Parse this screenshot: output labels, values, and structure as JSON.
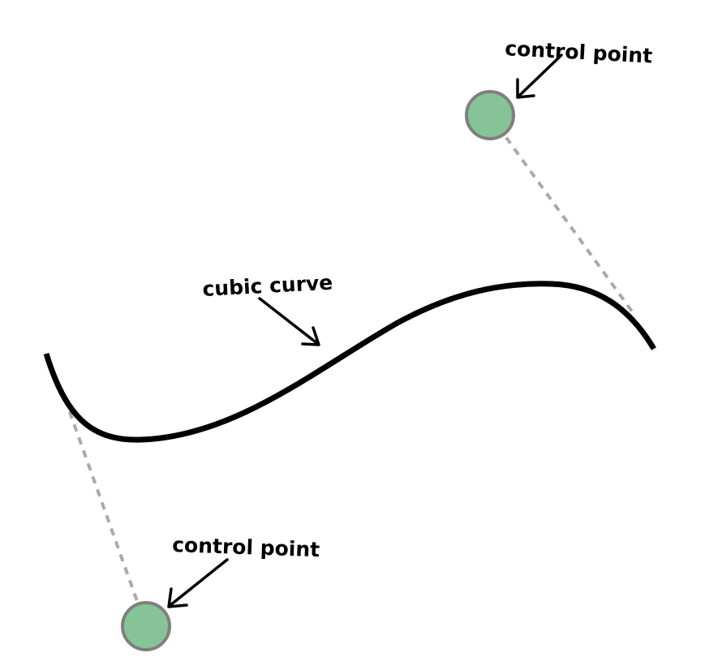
{
  "labels": {
    "curve": "cubic curve",
    "control_point_top": "control point",
    "control_point_bottom": "control point"
  },
  "colors": {
    "background": "#ffffff",
    "curve": "#000000",
    "control_point_fill": "#86c497",
    "control_point_stroke": "#7f7f7f",
    "handle_line": "#aaaaaa",
    "annotation": "#000000"
  }
}
